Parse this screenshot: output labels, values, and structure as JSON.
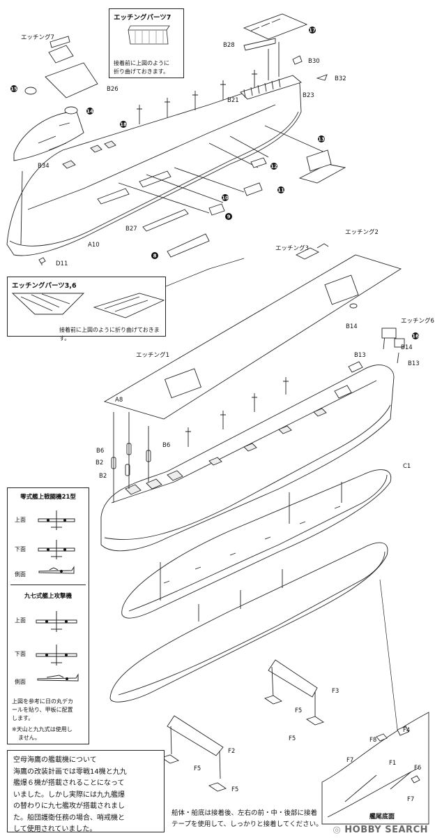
{
  "callouts": {
    "etching7": {
      "title": "エッチングパーツ7",
      "note_line1": "接着前に上図のように",
      "note_line2": "折り曲げておきます。"
    },
    "etching36": {
      "title": "エッチングパーツ3,6",
      "note": "接着前に上図のように折り曲げておきます。"
    }
  },
  "part_labels": {
    "etch7": "エッチング7",
    "etch2": "エッチング2",
    "etch3": "エッチング3",
    "etch1": "エッチング1",
    "etch6": "エッチング6",
    "B28": "B28",
    "B30": "B30",
    "B32": "B32",
    "B26": "B26",
    "B21": "B21",
    "B23": "B23",
    "B34": "B34",
    "B27": "B27",
    "A10": "A10",
    "D11": "D11",
    "B14a": "B14",
    "B14b": "B14",
    "B13a": "B13",
    "B13b": "B13",
    "A8": "A8",
    "B6a": "B6",
    "B6b": "B6",
    "B2a": "B2",
    "B2b": "B2",
    "C1": "C1",
    "F3": "F3",
    "F5a": "F5",
    "F5b": "F5",
    "F5c": "F5",
    "F5d": "F5",
    "F2": "F2",
    "F8": "F8",
    "F4": "F4",
    "F7a": "F7",
    "F7b": "F7",
    "F1": "F1",
    "F6": "F6"
  },
  "step_numbers": {
    "n17": "17",
    "n15": "15",
    "n14": "14",
    "n18": "18",
    "n13": "13",
    "n12": "12",
    "n11": "11",
    "n10": "10",
    "n9": "9",
    "n8": "8",
    "n16": "16"
  },
  "aircraft_box": {
    "zero_title": "零式艦上戦闘機21型",
    "kate_title": "九七式艦上攻撃機",
    "view_top": "上面",
    "view_bottom": "下面",
    "view_side": "側面",
    "note_line1": "上図を参考に日の丸デカ",
    "note_line2": "ールを貼り、甲板に配置",
    "note_line3": "します。",
    "warn_line1": "※天山と九九式は使用し",
    "warn_line2": "ません。"
  },
  "aircraft_note": {
    "line1": "空母海鷹の艦載機について",
    "line2": "海鷹の改装計画では零戦14機と九九",
    "line3": "艦爆６機が搭載されることになって",
    "line4": "いました。しかし実際には九九艦爆",
    "line5": "の替わりに九七艦攻が搭載されまし",
    "line6": "た。船団護衛任務の場合、哨戒機と",
    "line7": "して使用されていました。"
  },
  "bottom_note": {
    "line1": "船体・船底は接着後、左右の前・中・後部に接着",
    "line2": "テープを使用して、しっかりと接着してください。"
  },
  "stern_label": "艦尾底面",
  "watermark": {
    "brand": "HOBBY",
    "word": "SEARCH"
  },
  "colors": {
    "ink": "#111111",
    "paper": "#ffffff",
    "watermark": "#777777"
  }
}
